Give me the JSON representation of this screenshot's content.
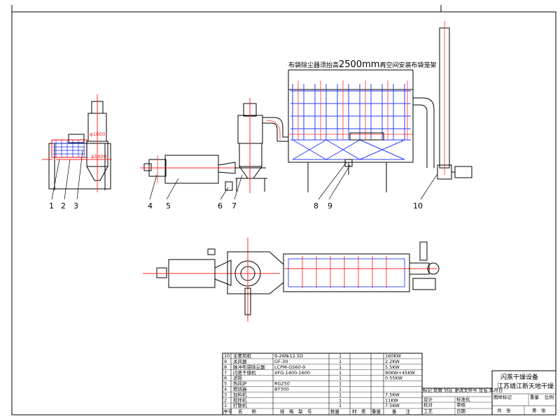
{
  "banner": {
    "text_cn_1": "布袋除尘器须抬高",
    "text_mm": "2500mm",
    "text_cn_2": "再空间安装布袋笼架"
  },
  "dims": {
    "d1600": "φ1600",
    "d1400": "φ1400"
  },
  "callouts": [
    "1",
    "2",
    "3",
    "4",
    "5",
    "6",
    "7",
    "8",
    "9",
    "10"
  ],
  "title_block": {
    "line1": "闪蒸干燥设备",
    "line2": "江苏靖江新天地干燥"
  },
  "parts_table": {
    "rows": [
      {
        "no": "10",
        "name": "主要风机",
        "model": "9-26№12.5D",
        "qty": "1",
        "power": "160KW"
      },
      {
        "no": "9",
        "name": "关风器",
        "model": "GF-30",
        "qty": "1",
        "power": "2.2KW"
      },
      {
        "no": "8",
        "name": "脉冲布袋除尘器",
        "model": "LCPM-GS60-9",
        "qty": "1",
        "power": "5.5KW"
      },
      {
        "no": "7",
        "name": "闪蒸干燥机",
        "model": "XFG-1400-1600",
        "qty": "1",
        "power": "90KW+45KW"
      },
      {
        "no": "6",
        "name": "滤筒",
        "model": "",
        "qty": "1",
        "power": "0.55KW"
      },
      {
        "no": "5",
        "name": "热风炉",
        "model": "RG250",
        "qty": "1",
        "power": ""
      },
      {
        "no": "4",
        "name": "燃烧器",
        "model": "BT300",
        "qty": "1",
        "power": ""
      },
      {
        "no": "3",
        "name": "加料机",
        "model": "",
        "qty": "1",
        "power": "7.5KW"
      },
      {
        "no": "2",
        "name": "搅拌机",
        "model": "",
        "qty": "1",
        "power": "11KW"
      },
      {
        "no": "1",
        "name": "打散机",
        "model": "",
        "qty": "1",
        "power": "7.5KW"
      }
    ],
    "header": [
      "序号",
      "名　　称",
      "规　格　型　号",
      "数量",
      "材　质",
      "重量",
      "备　　注"
    ]
  },
  "revision_block": {
    "row1": [
      "标记",
      "处数",
      "分区",
      "更改文件号",
      "签名",
      "年月日"
    ],
    "labels": [
      "设计",
      "标准化",
      "校对",
      "审核",
      "工艺",
      "日期"
    ],
    "right": [
      "图样标记",
      "重量",
      "比例",
      "共　张",
      "第　张"
    ]
  },
  "colors": {
    "frame": "#9aa7ff",
    "bag_filter": "#2a3dff",
    "hot_air": "#ff2a2a",
    "line": "#000000"
  }
}
